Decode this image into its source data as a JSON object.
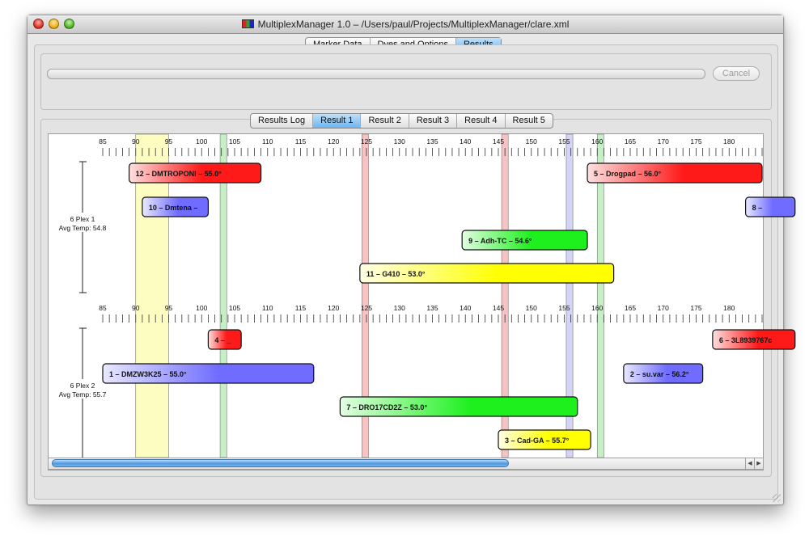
{
  "window": {
    "title": "MultiplexManager 1.0 – /Users/paul/Projects/MultiplexManager/clare.xml"
  },
  "main_tabs": [
    {
      "label": "Marker Data",
      "selected": false
    },
    {
      "label": "Dyes and Options",
      "selected": false
    },
    {
      "label": "Results",
      "selected": true
    }
  ],
  "cancel_label": "Cancel",
  "result_tabs": [
    {
      "label": "Results Log",
      "selected": false
    },
    {
      "label": "Result 1",
      "selected": true
    },
    {
      "label": "Result 2",
      "selected": false
    },
    {
      "label": "Result 3",
      "selected": false
    },
    {
      "label": "Result 4",
      "selected": false
    },
    {
      "label": "Result 5",
      "selected": false
    }
  ],
  "colors": {
    "red": "#ff1a1a",
    "blue": "#6f6cff",
    "green": "#1ef01e",
    "yellow": "#ffff00",
    "highlight_yellow": "#fdfdc2"
  },
  "chart_data": {
    "type": "range",
    "axis_ticks": [
      85,
      90,
      95,
      100,
      105,
      110,
      115,
      120,
      125,
      130,
      135,
      140,
      145,
      150,
      155,
      160,
      165,
      170,
      175,
      180
    ],
    "bands": [
      {
        "from": 90,
        "to": 95,
        "color": "#fdfdc2"
      },
      {
        "from": 102.8,
        "to": 103.8,
        "color": "#c4f0c4"
      },
      {
        "from": 124.3,
        "to": 125.3,
        "color": "#f7c2c2"
      },
      {
        "from": 145.5,
        "to": 146.5,
        "color": "#f7c2c2"
      },
      {
        "from": 155.3,
        "to": 156.3,
        "color": "#d4d4f7"
      },
      {
        "from": 160.0,
        "to": 161.0,
        "color": "#c4f0c4"
      }
    ],
    "plexes": [
      {
        "name": "6 Plex 1",
        "avg_temp": "Avg Temp: 54.8",
        "markers": [
          {
            "label": "12 – DMTROPONI – 55.0°",
            "start": 89,
            "end": 109,
            "row": 0,
            "color": "red"
          },
          {
            "label": "5 – Drogpad – 56.0°",
            "start": 158.5,
            "end": 185,
            "row": 0,
            "color": "red"
          },
          {
            "label": "10 – Dmtena –",
            "start": 91,
            "end": 101,
            "row": 1,
            "color": "blue"
          },
          {
            "label": "8 –",
            "start": 182.5,
            "end": 190,
            "row": 1,
            "color": "blue"
          },
          {
            "label": "9 – Adh-TC – 54.6°",
            "start": 139.5,
            "end": 158.5,
            "row": 2,
            "color": "green"
          },
          {
            "label": "11 – G410 – 53.0°",
            "start": 124,
            "end": 162.5,
            "row": 3,
            "color": "yellow"
          }
        ]
      },
      {
        "name": "6 Plex 2",
        "avg_temp": "Avg Temp: 55.7",
        "markers": [
          {
            "label": "4 – _",
            "start": 101,
            "end": 106,
            "row": 0,
            "color": "red"
          },
          {
            "label": "6 – 3L8939767c",
            "start": 177.5,
            "end": 190,
            "row": 0,
            "color": "red"
          },
          {
            "label": "1 – DMZW3K25 – 55.0°",
            "start": 85,
            "end": 117,
            "row": 1,
            "color": "blue"
          },
          {
            "label": "2 – su.var – 56.2°",
            "start": 164,
            "end": 176,
            "row": 1,
            "color": "blue"
          },
          {
            "label": "7 – DRO17CD2Z – 53.0°",
            "start": 121,
            "end": 157,
            "row": 2,
            "color": "green"
          },
          {
            "label": "3 – Cad-GA – 55.7°",
            "start": 145,
            "end": 159,
            "row": 3,
            "color": "yellow"
          }
        ]
      }
    ]
  }
}
